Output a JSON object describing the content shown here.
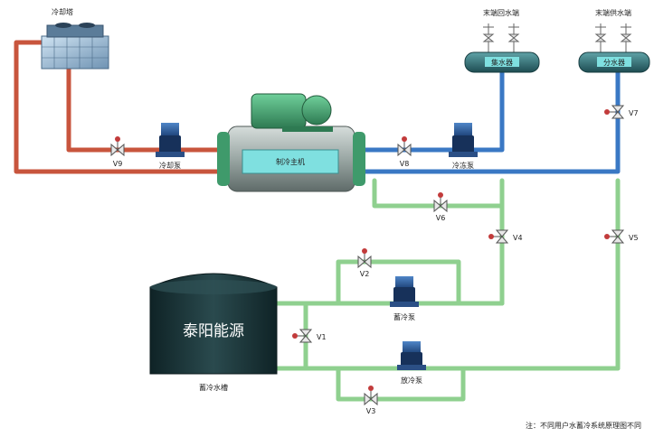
{
  "labels": {
    "cooling_tower": "冷却塔",
    "chiller": "制冷主机",
    "cooling_pump": "冷却泵",
    "chilled_pump": "冷冻泵",
    "charge_pump": "蓄冷泵",
    "discharge_pump": "放冷泵",
    "tank": "蓄冷水槽",
    "brand": "泰阳能源",
    "return_header_title": "末端回水端",
    "supply_header_title": "末端供水端",
    "return_header": "集水器",
    "supply_header": "分水器",
    "note": "注：不同用户水蓄冷系统原理图不同"
  },
  "valves": [
    "V1",
    "V2",
    "V3",
    "V4",
    "V5",
    "V6",
    "V7",
    "V8",
    "V9"
  ],
  "colors": {
    "condenser_pipe": "#c8553d",
    "chilled_pipe": "#3a78c4",
    "storage_pipe": "#8fd08f",
    "chiller_body": "#9aa7a4",
    "motor": "#3f9a6b",
    "tank": "#1f3a3e"
  }
}
